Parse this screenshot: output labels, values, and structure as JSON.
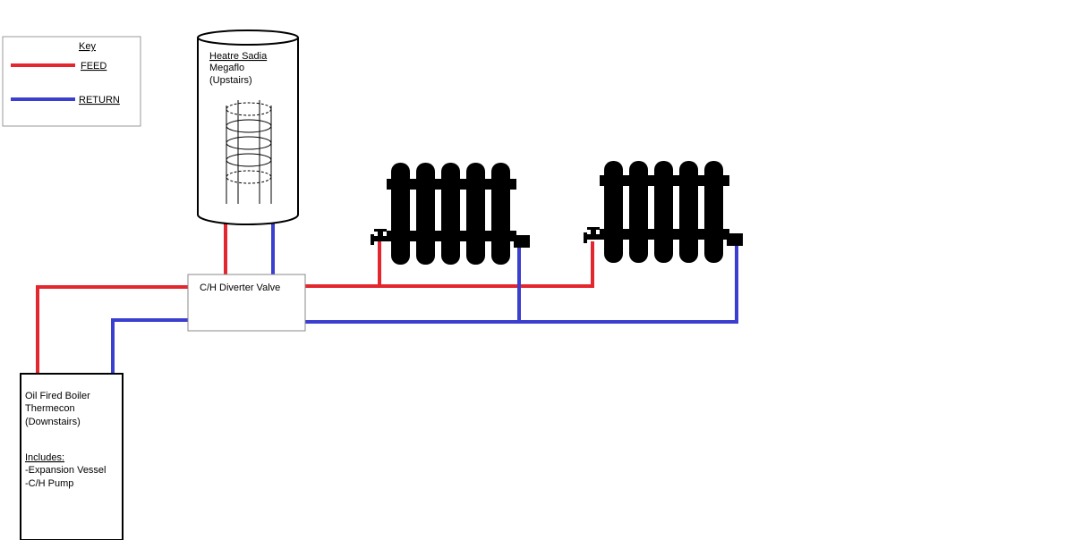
{
  "colors": {
    "feed": "#e4262f",
    "return": "#3b3fcf",
    "outline": "#000000",
    "radiator": "#000000"
  },
  "key": {
    "title": "Key",
    "feed_label": "FEED",
    "return_label": "RETURN"
  },
  "cylinder": {
    "title": "Heatre Sadia",
    "line2": "Megaflo",
    "line3": "(Upstairs)"
  },
  "valve": {
    "label": "C/H Diverter Valve"
  },
  "boiler": {
    "line1": "Oil Fired Boiler",
    "line2": "Thermecon",
    "line3": "(Downstairs)",
    "includes_heading": "Includes:",
    "item1": "-Expansion Vessel",
    "item2": "-C/H Pump"
  },
  "icons": [
    "radiator-icon",
    "radiator-icon",
    "coil-icon",
    "valve-icon"
  ]
}
